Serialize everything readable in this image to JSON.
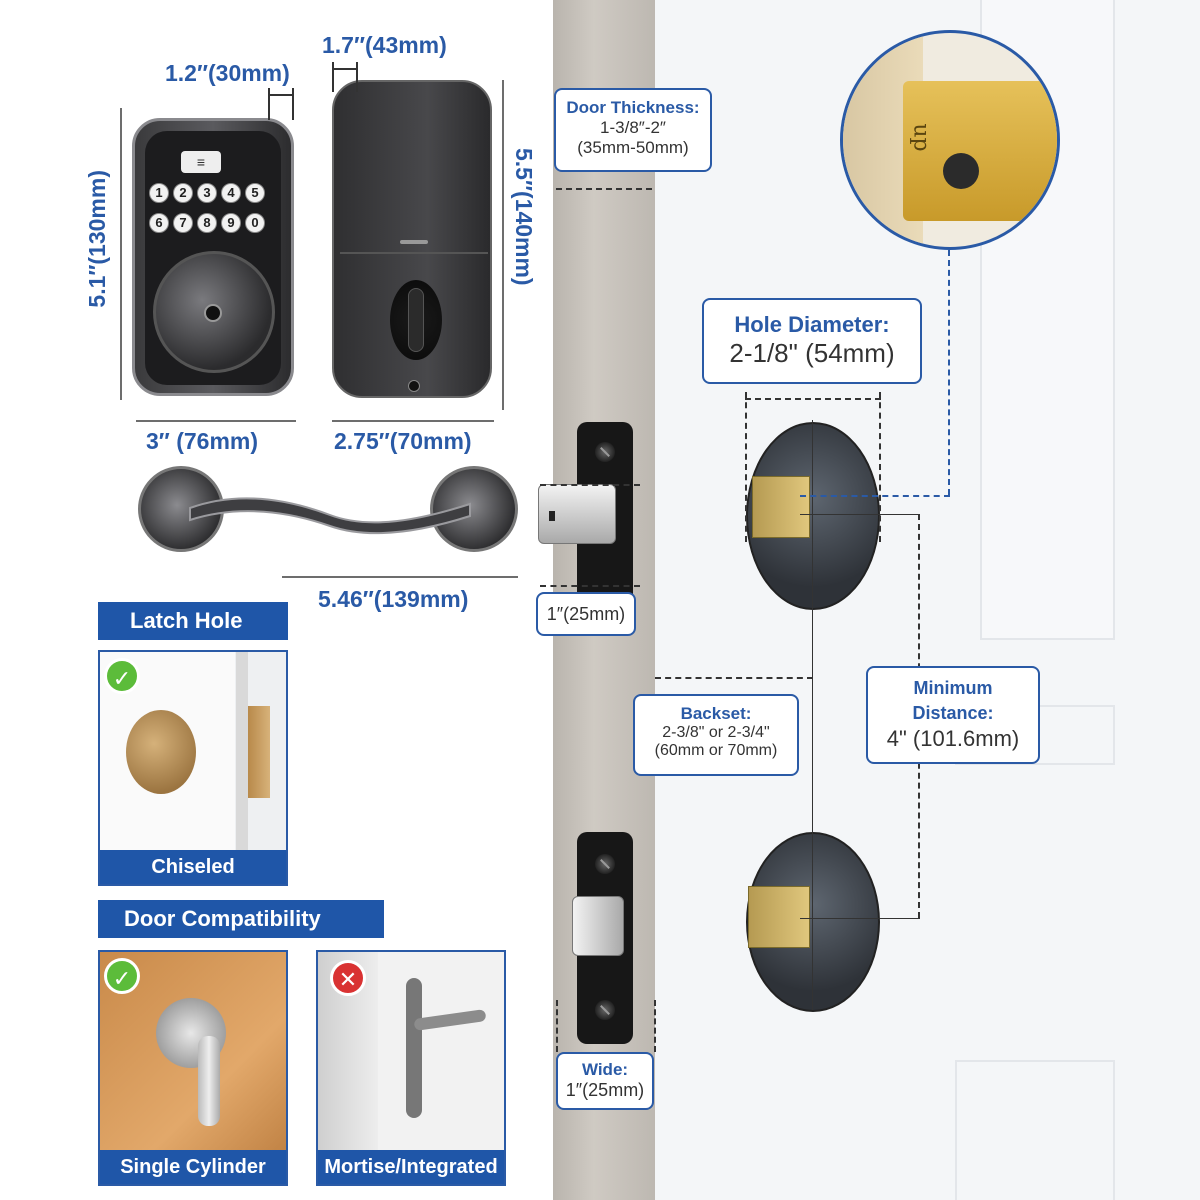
{
  "keypad_lock": {
    "width": "3″ (76mm)",
    "height": "5.1″(130mm)",
    "depth": "1.2″(30mm)",
    "keys_row1": [
      "1",
      "2",
      "3",
      "4",
      "5"
    ],
    "keys_row2": [
      "6",
      "7",
      "8",
      "9",
      "0"
    ]
  },
  "interior_lock": {
    "width": "2.75″(70mm)",
    "height": "5.5″(140mm)",
    "depth": "1.7″(43mm)"
  },
  "lever": {
    "length": "5.46″(139mm)"
  },
  "door_thickness": {
    "title": "Door Thickness:",
    "line1": "1-3/8″-2″",
    "line2": "(35mm-50mm)"
  },
  "hole_diameter": {
    "title": "Hole Diameter:",
    "value": "2-1/8\" (54mm)"
  },
  "latch_face": {
    "value": "1″(25mm)"
  },
  "backset": {
    "title": "Backset:",
    "line1": "2-3/8\" or 2-3/4\"",
    "line2": "(60mm or 70mm)"
  },
  "minimum_distance": {
    "title_line1": "Minimum",
    "title_line2": "Distance:",
    "value": "4\" (101.6mm)"
  },
  "wide": {
    "title": "Wide:",
    "value": "1″(25mm)"
  },
  "latch_hole": {
    "banner": "Latch Hole",
    "label": "Chiseled"
  },
  "door_compatibility": {
    "banner": "Door Compatibility",
    "single": "Single Cylinder",
    "mortise": "Mortise/Integrated"
  },
  "latch_stamp": "up",
  "colors": {
    "accent": "#1f56a8",
    "check": "#5cbc3a",
    "cross": "#d93232"
  }
}
